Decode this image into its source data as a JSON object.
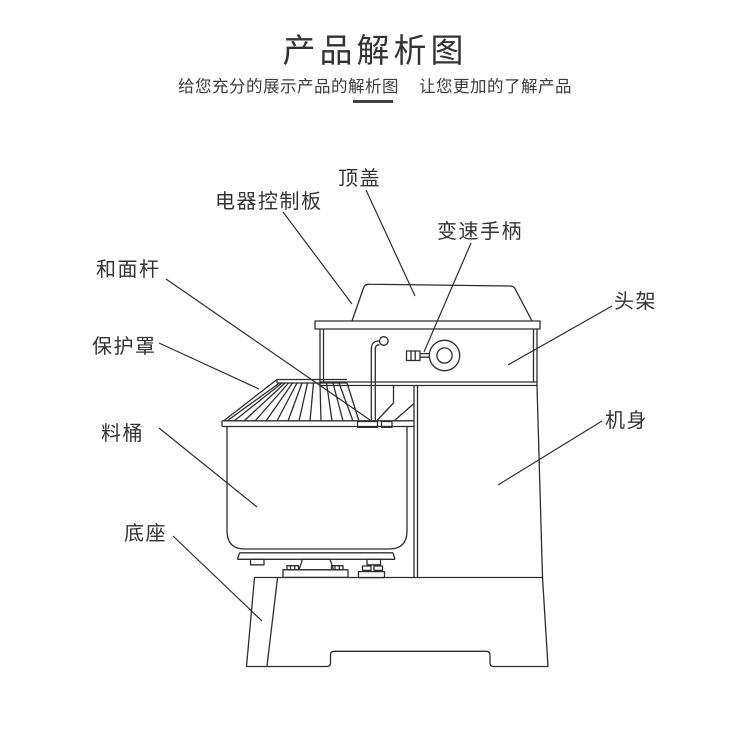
{
  "header": {
    "title": "产品解析图",
    "subtitle_left": "给您充分的展示产品的解析图",
    "subtitle_right": "让您更加的了解产品"
  },
  "diagram": {
    "labels": [
      {
        "id": "control-panel",
        "text": "电器控制板"
      },
      {
        "id": "top-cover",
        "text": "顶盖"
      },
      {
        "id": "speed-handle",
        "text": "变速手柄"
      },
      {
        "id": "head-frame",
        "text": "头架"
      },
      {
        "id": "dough-rod",
        "text": "和面杆"
      },
      {
        "id": "protective-cover",
        "text": "保护罩"
      },
      {
        "id": "material-barrel",
        "text": "料桶"
      },
      {
        "id": "base",
        "text": "底座"
      },
      {
        "id": "machine-body",
        "text": "机身"
      }
    ]
  },
  "colors": {
    "background": "#ffffff",
    "line": "#2e2e2e",
    "text": "#333333",
    "divider": "#414141"
  }
}
